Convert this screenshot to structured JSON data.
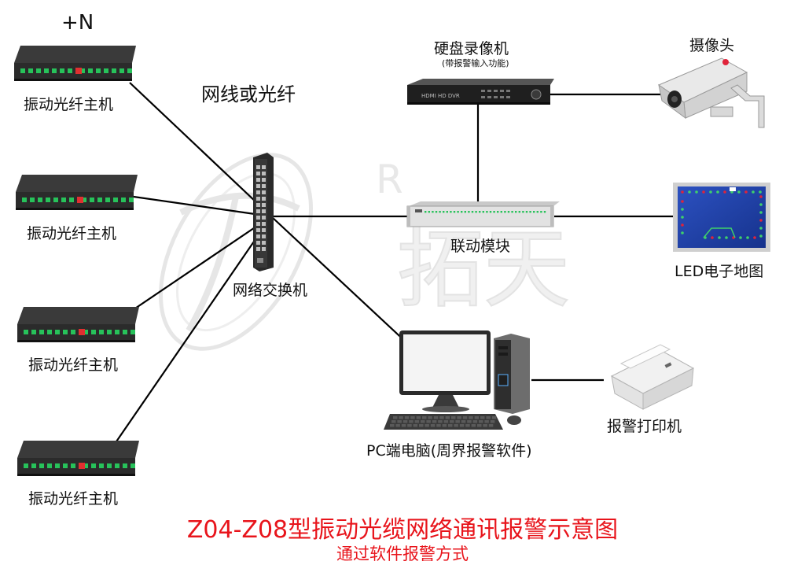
{
  "watermark": {
    "brand_text": "拓天",
    "registered_mark": "R"
  },
  "nodes": {
    "count_label": "+N",
    "vibration_hosts": [
      {
        "label": "振动光纤主机"
      },
      {
        "label": "振动光纤主机"
      },
      {
        "label": "振动光纤主机"
      },
      {
        "label": "振动光纤主机"
      }
    ],
    "cable_label": "网线或光纤",
    "switch_label": "网络交换机",
    "dvr_label": "硬盘录像机",
    "dvr_sublabel": "(带报警输入功能)",
    "dvr_panel_text": "HDMI HD DVR",
    "camera_label": "摄像头",
    "linkage_label": "联动模块",
    "led_map_label": "LED电子地图",
    "pc_label": "PC端电脑(周界报警软件)",
    "printer_label": "报警打印机"
  },
  "titles": {
    "main": "Z04-Z08型振动光缆网络通讯报警示意图",
    "sub": "通过软件报警方式"
  },
  "colors": {
    "title_red": "#e8141b",
    "device_dark": "#2b2b2b",
    "port_green": "#27c25a",
    "line_black": "#000000",
    "map_blue": "#1d3fa8",
    "map_red": "#e0233a",
    "map_green": "#3fd06a"
  }
}
